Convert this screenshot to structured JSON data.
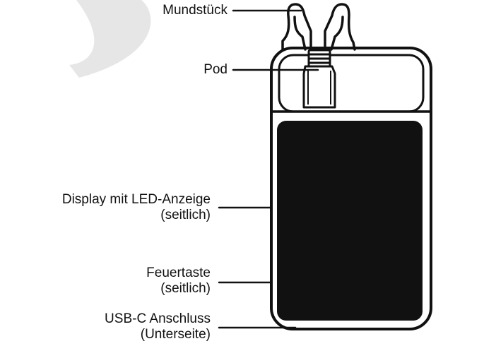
{
  "labels": {
    "mouthpiece": "Mundstück",
    "pod": "Pod",
    "display": {
      "line1": "Display mit LED-Anzeige",
      "line2": "(seitlich)"
    },
    "fire_button": {
      "line1": "Feuertaste",
      "line2": "(seitlich)"
    },
    "usb": {
      "line1": "USB-C Anschluss",
      "line2": "(Unterseite)"
    }
  },
  "colors": {
    "ink": "#111111",
    "screen": "#111111",
    "watermark": "#e6e6e6",
    "background": "#ffffff"
  }
}
